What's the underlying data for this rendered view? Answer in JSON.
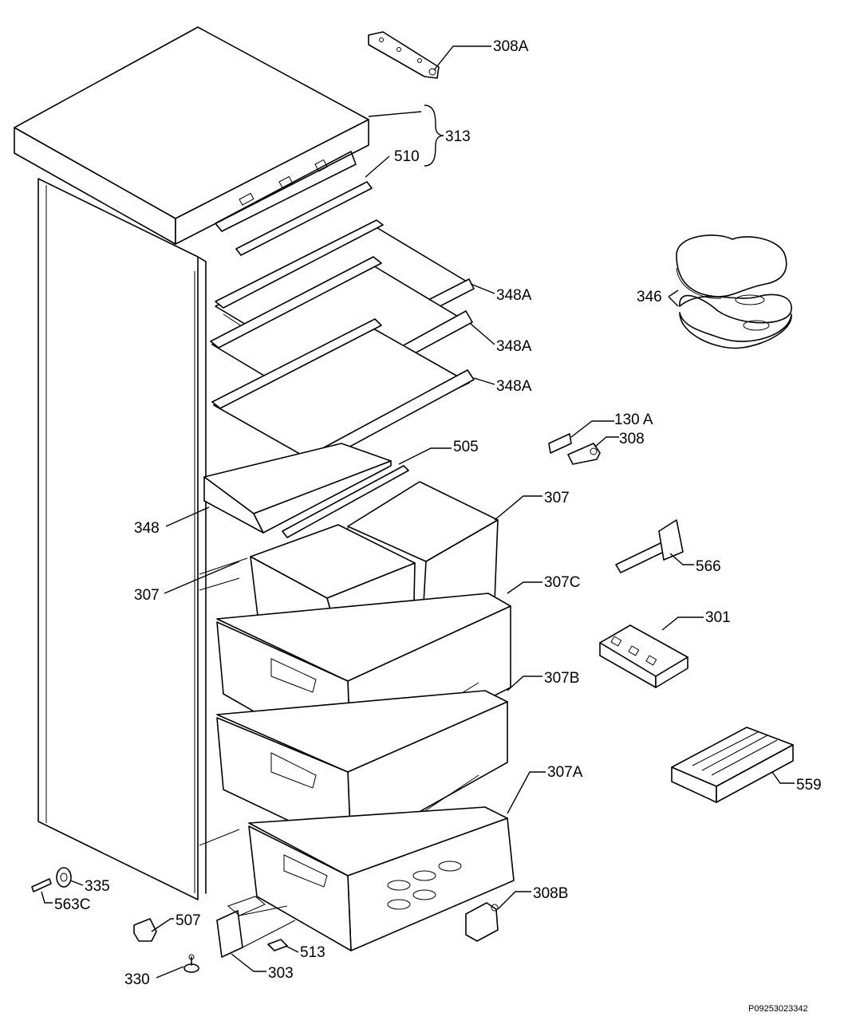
{
  "labels": {
    "p308a": "308A",
    "p313": "313",
    "p510": "510",
    "p346": "346",
    "p348a_1": "348A",
    "p348a_2": "348A",
    "p348a_3": "348A",
    "p130a": "130 A",
    "p308": "308",
    "p505": "505",
    "p307_right": "307",
    "p348": "348",
    "p566": "566",
    "p307_left": "307",
    "p307c": "307C",
    "p301": "301",
    "p307b": "307B",
    "p307a": "307A",
    "p559": "559",
    "p335": "335",
    "p563c": "563C",
    "p308b": "308B",
    "p507": "507",
    "p513": "513",
    "p303": "303",
    "p330": "330"
  },
  "drawing_code": "P09253023342"
}
